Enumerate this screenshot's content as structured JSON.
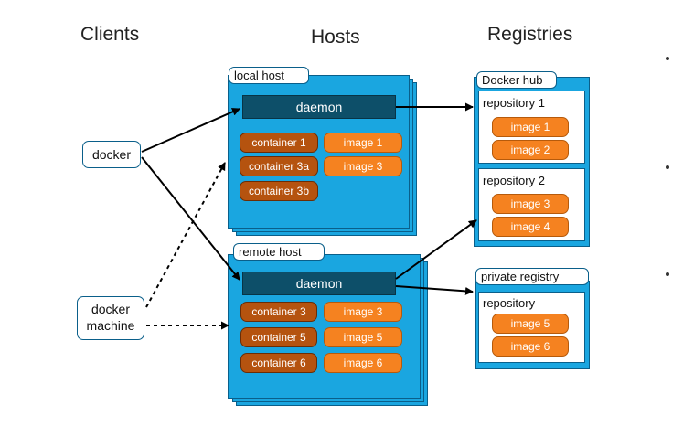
{
  "titles": {
    "clients": "Clients",
    "hosts": "Hosts",
    "registries": "Registries"
  },
  "clients": {
    "docker": "docker",
    "docker_machine_line1": "docker",
    "docker_machine_line2": "machine"
  },
  "local_host": {
    "label": "local host",
    "daemon": "daemon",
    "containers": [
      "container 1",
      "container 3a",
      "container 3b"
    ],
    "images": [
      "image 1",
      "image 3"
    ]
  },
  "remote_host": {
    "label": "remote host",
    "daemon": "daemon",
    "containers": [
      "container 3",
      "container 5",
      "container 6"
    ],
    "images": [
      "image 3",
      "image 5",
      "image 6"
    ]
  },
  "docker_hub": {
    "label": "Docker hub",
    "repositories": [
      {
        "label": "repository 1",
        "images": [
          "image 1",
          "image 2"
        ]
      },
      {
        "label": "repository 2",
        "images": [
          "image 3",
          "image 4"
        ]
      }
    ]
  },
  "private_registry": {
    "label": "private registry",
    "repository": {
      "label": "repository",
      "images": [
        "image 5",
        "image 6"
      ]
    }
  },
  "colors": {
    "host_blue": "#1aa6e0",
    "daemon": "#0d4f69",
    "container": "#b5530f",
    "image": "#f58220"
  }
}
